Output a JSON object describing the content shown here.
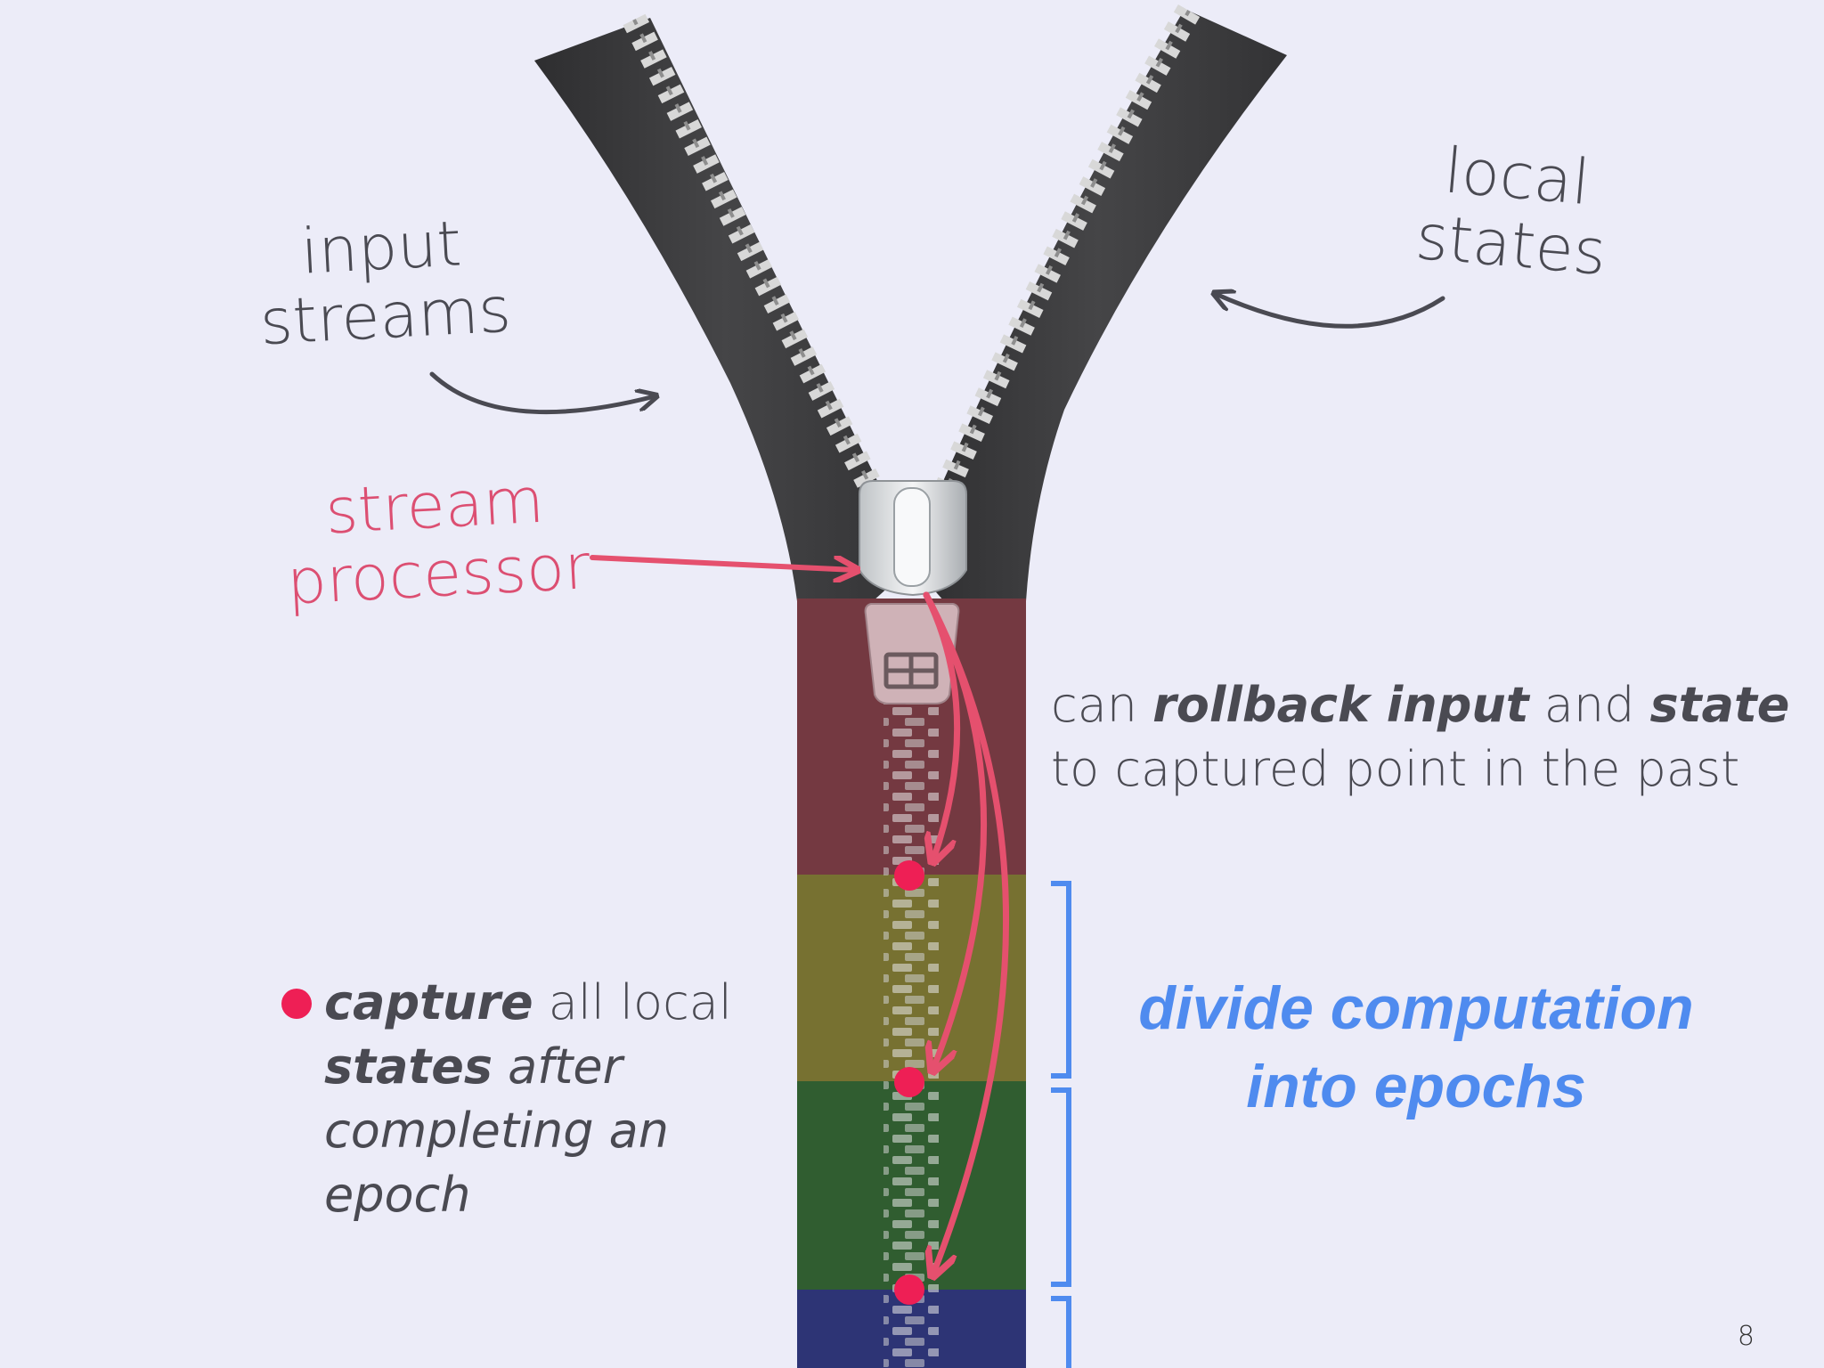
{
  "labels": {
    "input_streams": [
      "input",
      "streams"
    ],
    "local_states": [
      "local",
      "states"
    ],
    "stream_processor": [
      "stream",
      "processor"
    ]
  },
  "rollback": {
    "part1": "can ",
    "bold1": "rollback input",
    "part2": " and ",
    "bold2": "state",
    "line2": "to captured point in the past"
  },
  "capture": {
    "bold1": "capture",
    "part1": " all local",
    "bold2": "states",
    "italic1": " after",
    "italic2": "completing an",
    "italic3": "epoch"
  },
  "epochs": {
    "line1": "divide computation",
    "line2": "into epochs"
  },
  "page_number": "8",
  "epoch_colors": [
    "#7a3a42",
    "#7a7430",
    "#2f5f2f",
    "#2c3478"
  ],
  "colors": {
    "accent_pink": "#dc4f72",
    "capture_dot": "#ee1f55",
    "bracket_blue": "#4f8bef",
    "tape": "#3b3b3d"
  }
}
